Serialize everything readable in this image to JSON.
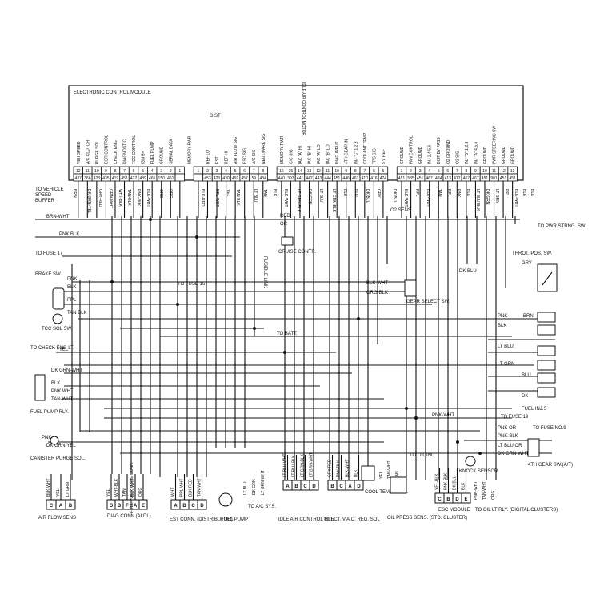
{
  "ecm": {
    "title": "ELECTRONIC CONTROL MODULE",
    "functions": [
      "VEH SPEED",
      "A/C CLUTCH",
      "PURGE SOL",
      "EGR CONTROL",
      "CHECK ENG",
      "DIAGNOSTIC",
      "TCC CONTROL",
      "IGN B+",
      "FUEL PUMP",
      "GROUND",
      "SERIAL DATA",
      "",
      "MEMORY PWR",
      "",
      "REF LO",
      "EST",
      "REF HI",
      "AIR FLOW SIG",
      "ESC SIG",
      "A/C SIG",
      "NEUT/PARK SIG",
      "",
      "MEMORY PWR",
      "C/C SIG",
      "IAC \"A\" HI",
      "IAC \"B\" HI",
      "IAC \"A\" LO",
      "IAC \"B\" LO",
      "DIAG INPUT",
      "4TH GEAR IN",
      "INJ \"C\" 1,2,3",
      "COOLANT TEMP",
      "TPS SIG",
      "5 V REF",
      "",
      "GROUND",
      "FAN CONTROL",
      "GROUND",
      "INJ 2,4,5,6",
      "DIST BY PASS",
      "O2 GROUND",
      "O2 SIG",
      "INJ \"B\" 1,2,3",
      "INJ \"A\" 4,5,6",
      "GROUND",
      "PWR STEERING SW",
      "GROUND",
      "GROUND"
    ],
    "pins": [
      "12",
      "11",
      "10",
      "9",
      "8",
      "7",
      "6",
      "5",
      "4",
      "3",
      "2",
      "1",
      "",
      "1",
      "2",
      "3",
      "4",
      "5",
      "6",
      "7",
      "8",
      "",
      "16",
      "15",
      "14",
      "13",
      "12",
      "11",
      "10",
      "9",
      "8",
      "7",
      "6",
      "5",
      "",
      "1",
      "2",
      "3",
      "4",
      "5",
      "6",
      "7",
      "8",
      "9",
      "10",
      "11",
      "12",
      "13"
    ],
    "circuits": [
      "437",
      "366",
      "428",
      "435",
      "419",
      "451",
      "422",
      "439",
      "465",
      "150",
      "461",
      "",
      "440",
      "",
      "453",
      "423",
      "430",
      "492",
      "457",
      "59",
      "434",
      "",
      "440",
      "397",
      "441",
      "442",
      "443",
      "444",
      "451",
      "446",
      "467",
      "410",
      "416",
      "474",
      "",
      "451",
      "535",
      "451",
      "467",
      "424",
      "413",
      "412",
      "467",
      "467",
      "451",
      "901",
      "451",
      "451"
    ],
    "group_labels": {
      "dist": "DIST",
      "iac": "IDLE AIR CONTROL MOTOR"
    }
  },
  "wire_labels": [
    "BRN",
    "DK GRN-YEL",
    "GRY-RED",
    "GRN-WHT",
    "WHT-BLK",
    "TAN-BLK",
    "PNK-BLK",
    "BLK-WHT",
    "ORG",
    "ORG",
    "BLK-RED",
    "PPL-WHT",
    "YEL",
    "TAN-BLK",
    "LT BLU",
    "TAN",
    "BLK",
    "BLK-WHT",
    "LT GRN-BLK",
    "DK GRN",
    "LT BLU",
    "LT GRN-BLK",
    "BLK",
    "BLU",
    "DK BLU",
    "GRY",
    "DK BLU",
    "BLK-WHT",
    "PPL",
    "BLK-WHT",
    "TAN",
    "PPL",
    "PNK",
    "BLK",
    "LT BLU-BLK",
    "DK GRN",
    "LT GRN",
    "PPL",
    "BLK-WHT",
    "BLK",
    "BLK"
  ],
  "left_labels": {
    "vsb": "TO VEHICLE SPEED BUFFER",
    "brn_wht": "BRN-WHT",
    "pnk_blk": "PNK BLK",
    "fuse17": "TO FUSE 17",
    "brake": "BRAKE SW.",
    "pnk": "PNK",
    "blk": "BLK",
    "ppl": "PPL",
    "tan_blk": "TAN BLK",
    "tcc": "TCC SOL SW.",
    "check_eng": "TO CHECK ENG LT.",
    "yel": "YEL",
    "dk_grn_wht": "DK GRN-WHT",
    "blk2": "BLK",
    "pnk_wht": "PNK WHT",
    "tan_wht": "TAN-WHT",
    "fuel_relay": "FUEL PUMP RLY.",
    "pnk2": "PNK",
    "dk_grn_yel": "DK GRN-YEL",
    "purge": "CANISTER PURGE SOL.",
    "fuse16": "TO FUSE 16"
  },
  "center_labels": {
    "fusible": "FUSIBLE LINK",
    "batt": "TO BATT.",
    "red": "RED",
    "or": "OR",
    "cruise": "CRUISE CONTR."
  },
  "right_labels": {
    "o2": "O2 SENS",
    "pwr_str": "TO PWR STRNG. SW.",
    "tps": "THROT. POS. SW.",
    "gry": "GRY",
    "dk_blu": "DK BLU",
    "blk_wht": "BLK-WHT",
    "org_blk": "ORG-BLK",
    "gear_sel": "GEAR SELECT SW.",
    "pnk": "PNK",
    "blk": "BLK",
    "brn": "BRN",
    "lt_blu": "LT BLU",
    "lt_grn": "LT GRN",
    "blu": "BLU",
    "dk": "DK",
    "fuel_inj": "FUEL INJ.S",
    "pnk_wht": "PNK-WHT",
    "fuse19": "TO FUSE 19",
    "pnk_or": "PNK OR",
    "pnk_blk": "PNK-BLK",
    "to_fuse_no9": "TO FUSE NO.9",
    "lt_blu_or": "LT BLU OR",
    "dk_grn_wht": "DK GRN-WHT",
    "4th": "4TH GEAR SW.(A/T)"
  },
  "bottom_labels": {
    "air_flow": "AIR FLOW SENS",
    "diag": "DIAG CONN (ALDL)",
    "fuel_prime": "FUEL PUMP PRIME CONN.",
    "est": "EST CONN. (DISTRIBUTOR)",
    "fuel_pump": "FUEL PUMP",
    "ac": "TO A/C SYS.",
    "iac": "IDLE AIR CONTROL MTR",
    "evac": "ELECT. V.A.C. REG. SOL",
    "coolant": "COOL TEMP SENS.",
    "oil_press": "OIL PRESS SENS. (STD. CLUSTER)",
    "oil_ind": "TO OIL IND",
    "esc": "ESC MODULE",
    "knock": "KNOCK SENSOR",
    "oil_lt": "TO OIL LT RLY. (DIGITAL CLUSTERS)",
    "af_pins": [
      "C",
      "A",
      "B"
    ],
    "diag_pins": [
      "D",
      "B",
      "F",
      "A",
      "E"
    ],
    "est_pins": [
      "A",
      "B",
      "C",
      "D"
    ],
    "iac_pins": [
      "A",
      "B",
      "C",
      "D"
    ],
    "evac_pins": [
      "B",
      "C",
      "A",
      "D"
    ],
    "esc_pins": [
      "C",
      "B",
      "D",
      "E"
    ],
    "af_wires": [
      "BLK-WHT",
      "YEL",
      "LT GRN"
    ],
    "diag_wires": [
      "YEL",
      "WHT-BLK",
      "TAN",
      "BLK-WHT",
      "ORG"
    ],
    "est_wires": [
      "WHT",
      "PPL-WHT",
      "BLK-RED",
      "TAN-WHT"
    ],
    "ac_wires": [
      "LT BLU",
      "DK GRN",
      "LT GRN-WHT"
    ],
    "iac_wires": [
      "LT BLU-WHT",
      "LT BLU-BLK",
      "LT GRN-BLK",
      "LT GRN-WHT"
    ],
    "evac_wires": [
      "GRY-RED",
      "PNK-BLK",
      "BLK-WHT",
      "BLK"
    ],
    "misc_wires": [
      "YEL",
      "TAN-WHT",
      "TAN"
    ],
    "esc_wires": [
      "YEL-BLK",
      "PNK-BLK",
      "DK BLU",
      "BLK"
    ],
    "oil_wires": [
      "PNK-WHT",
      "TAN-WHT",
      "ORG"
    ]
  }
}
